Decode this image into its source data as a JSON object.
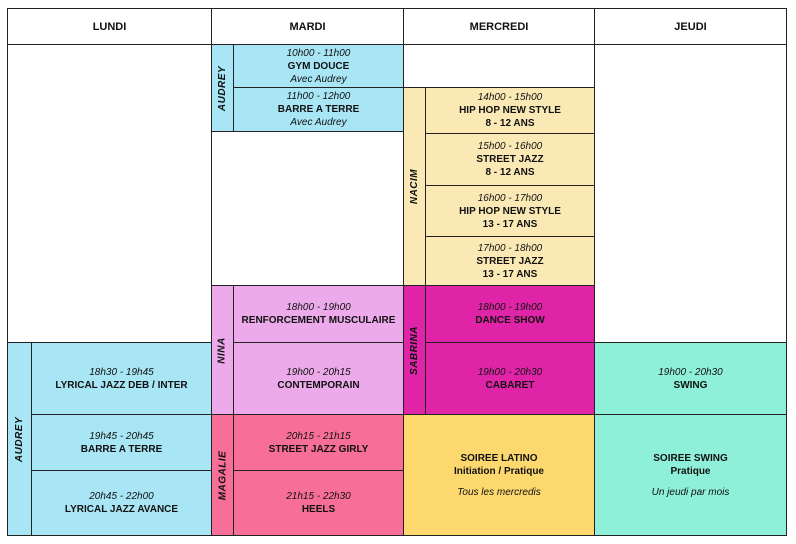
{
  "headers": [
    "LUNDI",
    "MARDI",
    "MERCREDI",
    "JEUDI"
  ],
  "colors": {
    "blue": "#a8e6f5",
    "yellow": "#fbe9b5",
    "pink": "#edaaea",
    "magenta": "#e024a8",
    "rose": "#f76e99",
    "gold": "#fdd86f",
    "mint": "#8ff0d9"
  },
  "teachers": {
    "mardi_morning": "AUDREY",
    "mercredi_afternoon": "NACIM",
    "mardi_evening": "NINA",
    "mercredi_evening": "SABRINA",
    "lundi_evening": "AUDREY",
    "mardi_late": "MAGALIE"
  },
  "classes": {
    "gym_douce": {
      "time": "10h00 - 11h00",
      "name": "GYM DOUCE",
      "sub": "Avec Audrey"
    },
    "barre_mardi": {
      "time": "11h00 - 12h00",
      "name": "BARRE A TERRE",
      "sub": "Avec Audrey"
    },
    "hiphop1": {
      "time": "14h00 - 15h00",
      "name": "HIP HOP NEW STYLE",
      "age": "8 - 12 ANS"
    },
    "streetjazz1": {
      "time": "15h00 - 16h00",
      "name": "STREET JAZZ",
      "age": "8 - 12 ANS"
    },
    "hiphop2": {
      "time": "16h00 - 17h00",
      "name": "HIP HOP NEW STYLE",
      "age": "13 - 17 ANS"
    },
    "streetjazz2": {
      "time": "17h00 - 18h00",
      "name": "STREET JAZZ",
      "age": "13 - 17 ANS"
    },
    "renforcement": {
      "time": "18h00 - 19h00",
      "name": "RENFORCEMENT MUSCULAIRE"
    },
    "contemporain": {
      "time": "19h00 - 20h15",
      "name": "CONTEMPORAIN"
    },
    "dance_show": {
      "time": "18h00 - 19h00",
      "name": "DANCE SHOW"
    },
    "cabaret": {
      "time": "19h00 - 20h30",
      "name": "CABARET"
    },
    "lyrical_deb": {
      "time": "18h30 - 19h45",
      "name": "LYRICAL JAZZ DEB / INTER"
    },
    "barre_lundi": {
      "time": "19h45 - 20h45",
      "name": "BARRE A TERRE"
    },
    "lyrical_avance": {
      "time": "20h45 - 22h00",
      "name": "LYRICAL JAZZ AVANCE"
    },
    "street_girly": {
      "time": "20h15 - 21h15",
      "name": "STREET JAZZ GIRLY"
    },
    "heels": {
      "time": "21h15 - 22h30",
      "name": "HEELS"
    },
    "swing": {
      "time": "19h00 - 20h30",
      "name": "SWING"
    },
    "soiree_latino": {
      "name": "SOIREE LATINO",
      "sub": "Initiation / Pratique",
      "note": "Tous les mercredis"
    },
    "soiree_swing": {
      "name": "SOIREE SWING",
      "sub": "Pratique",
      "note": "Un jeudi par mois"
    }
  }
}
